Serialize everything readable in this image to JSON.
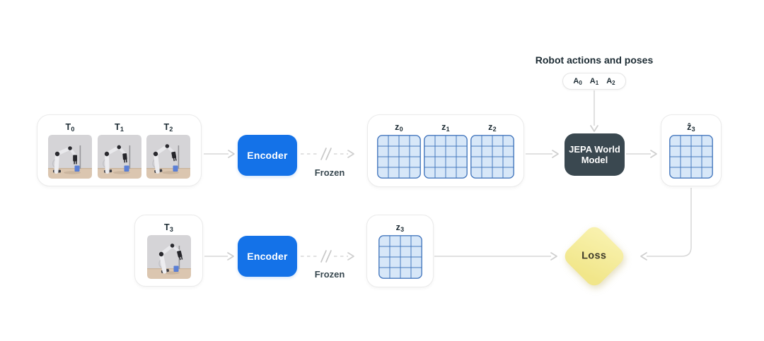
{
  "colors": {
    "encoder_blue": "#1472E8",
    "jepa_dark": "#3A4850",
    "loss_fill_light": "#F8F1AC",
    "loss_fill": "#F1E68A",
    "loss_text": "#3F3C2A",
    "grid_fill": "#D7E7F8",
    "grid_line": "#4678BE",
    "arrow": "#D7D7D7",
    "text_dark": "#1C2B33",
    "frozen_text": "#37474F"
  },
  "icons": {
    "frozen_break": "double-slash-icon",
    "arrow_head": "chevron-arrowhead"
  },
  "top_row": {
    "frames_box": {
      "frames": [
        {
          "label": "T",
          "sub": "0"
        },
        {
          "label": "T",
          "sub": "1"
        },
        {
          "label": "T",
          "sub": "2"
        }
      ]
    },
    "encoder": {
      "label": "Encoder"
    },
    "frozen": {
      "label": "Frozen"
    },
    "latents_box": {
      "latents": [
        {
          "label": "z",
          "sub": "0"
        },
        {
          "label": "z",
          "sub": "1"
        },
        {
          "label": "z",
          "sub": "2"
        }
      ]
    },
    "world_model": {
      "label": "JEPA World Model"
    },
    "prediction_box": {
      "label": "ẑ",
      "sub": "3"
    }
  },
  "actions": {
    "title": "Robot actions and poses",
    "items": [
      {
        "label": "A",
        "sub": "0"
      },
      {
        "label": "A",
        "sub": "1"
      },
      {
        "label": "A",
        "sub": "2"
      }
    ]
  },
  "bottom_row": {
    "target_frame_box": {
      "label": "T",
      "sub": "3"
    },
    "encoder": {
      "label": "Encoder"
    },
    "frozen": {
      "label": "Frozen"
    },
    "latent_box": {
      "label": "z",
      "sub": "3"
    },
    "loss": {
      "label": "Loss"
    }
  }
}
